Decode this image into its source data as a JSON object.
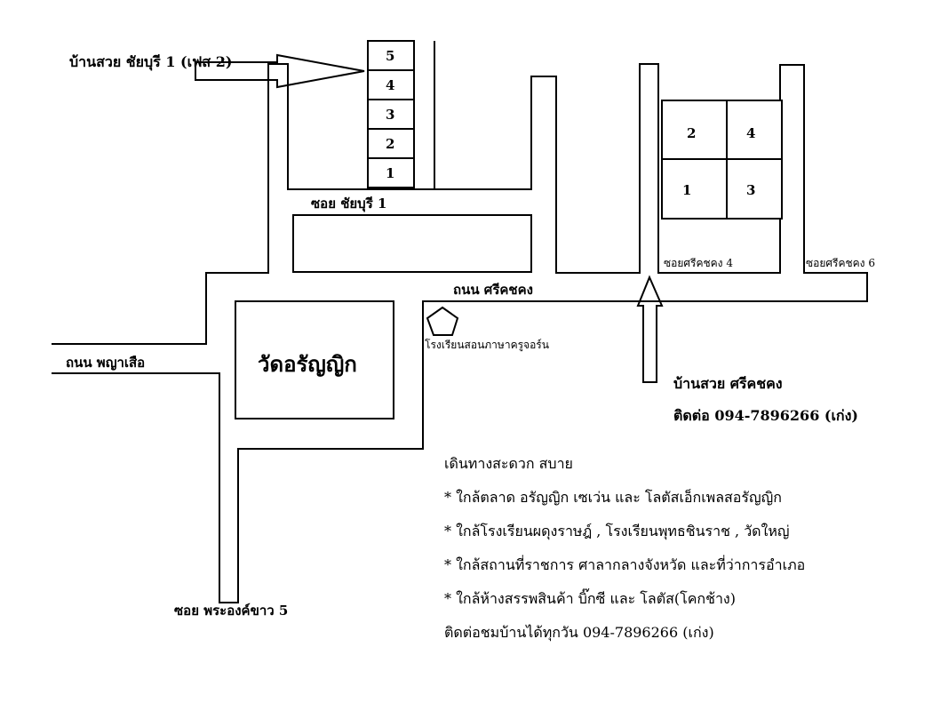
{
  "labels": {
    "phase_label": "บ้านสวย ชัยบุรี 1 (เฟส 2)",
    "soi_chaiburi": "ซอย ชัยบุรี 1",
    "soi_srikachong4": "ซอยศรีคชคง 4",
    "soi_srikachong6": "ซอยศรีคชคง 6",
    "road_srikachong": "ถนน ศรีคชคง",
    "road_phraya_suea": "ถนน พญาเสือ",
    "temple": "วัดอรัญญิก",
    "school": "โรงเรียนสอนภาษาครูจอร์น",
    "soi_phraongdam": "ซอย พระองค์ขาว 5",
    "house_srikachong": "บ้านสวย ศรีคชคง",
    "contact_top": "ติดต่อ 094-7896266 (เก่ง)"
  },
  "plots": {
    "stack": [
      "5",
      "4",
      "3",
      "2",
      "1"
    ],
    "grid": {
      "top_left": "2",
      "top_right": "4",
      "bottom_left": "1",
      "bottom_right": "3"
    }
  },
  "notes": [
    "เดินทางสะดวก สบาย",
    "* ใกล้ตลาด อรัญญิก เซเว่น และ โลตัสเอ็กเพลสอรัญญิก",
    "* ใกล้โรงเรียนผดุงราษฎ์ , โรงเรียนพุทธชินราช , วัดใหญ่",
    "* ใกล้สถานที่ราชการ ศาลากลางจังหวัด และที่ว่าการอำเภอ",
    "* ใกล้ห้างสรรพสินค้า บิ๊กซี และ โลตัส(โคกช้าง)",
    "ติดต่อชมบ้านได้ทุกวัน  094-7896266 (เก่ง)"
  ]
}
